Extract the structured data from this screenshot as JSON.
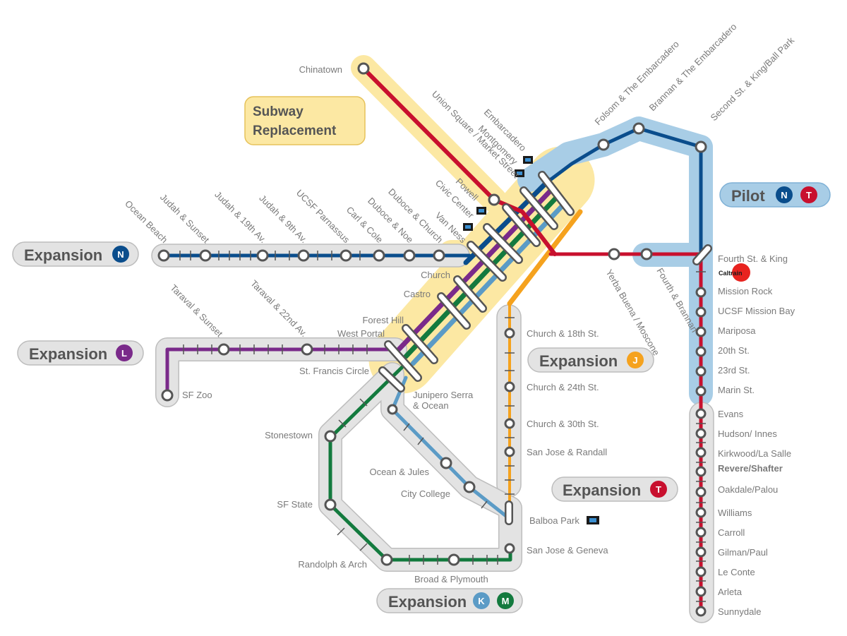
{
  "colors": {
    "n_line": "#0a4d8c",
    "l_line": "#7a2a8a",
    "k_line": "#5b9bc6",
    "m_line": "#137a3e",
    "j_line": "#f5a21e",
    "t_line": "#c8102e",
    "subway_band": "#fce8a3",
    "pilot_band": "#a8cde6",
    "expansion_band": "#e3e3e3",
    "station_fill": "#ffffff",
    "station_stroke": "#555555",
    "label_text": "#7a7a7a",
    "pill_text": "#555555"
  },
  "panels": {
    "subway_replacement": [
      "Subway",
      "Replacement"
    ],
    "pilot": {
      "label": "Pilot",
      "badges": [
        "N",
        "T"
      ]
    },
    "expansion_n": {
      "label": "Expansion",
      "badges": [
        "N"
      ]
    },
    "expansion_l": {
      "label": "Expansion",
      "badges": [
        "L"
      ]
    },
    "expansion_j": {
      "label": "Expansion",
      "badges": [
        "J"
      ]
    },
    "expansion_t": {
      "label": "Expansion",
      "badges": [
        "T"
      ]
    },
    "expansion_km": {
      "label": "Expansion",
      "badges": [
        "K",
        "M"
      ]
    }
  },
  "icons": {
    "bart": "bart-logo-icon",
    "caltrain": "caltrain-logo-icon",
    "caltrain_text": "Caltrain"
  },
  "stations": {
    "chinatown": "Chinatown",
    "embarcadero": "Embarcadero",
    "montgomery": "Montgomery",
    "union_square": "Union Square / Market Street",
    "powell": "Powell",
    "civic_center": "Civic Center",
    "van_ness": "Van Ness",
    "church": "Church",
    "castro": "Castro",
    "forest_hill": "Forest Hill",
    "west_portal": "West Portal",
    "st_francis": "St. Francis Circle",
    "duboce_church": "Duboce & Church",
    "duboce_noe": "Duboce & Noe",
    "carl_cole": "Carl & Cole",
    "ucsf_parnassus": "UCSF Parnassus",
    "judah_9th": "Judah & 9th Av.",
    "judah_19th": "Judah & 19th Av.",
    "judah_sunset": "Judah & Sunset",
    "ocean_beach": "Ocean Beach",
    "taraval_sunset": "Taraval & Sunset",
    "taraval_22nd": "Taraval & 22nd Av.",
    "sf_zoo": "SF Zoo",
    "folsom": "Folsom & The Embarcadero",
    "brannan_emb": "Brannan & The Embarcadero",
    "second_king": "Second St. & King/Ball Park",
    "yerba_buena": "Yerba Buena / Moscone",
    "fourth_brannan": "Fourth & Brannan",
    "fourth_king": "Fourth St. & King",
    "mission_rock": "Mission Rock",
    "ucsf_mission_bay": "UCSF Mission Bay",
    "mariposa": "Mariposa",
    "st_20th": "20th St.",
    "st_23rd": "23rd St.",
    "marin": "Marin St.",
    "evans": "Evans",
    "hudson": "Hudson/ Innes",
    "kirkwood": "Kirkwood/La Salle",
    "revere": "Revere/Shafter",
    "oakdale": "Oakdale/Palou",
    "williams": "Williams",
    "carroll": "Carroll",
    "gilman": "Gilman/Paul",
    "le_conte": "Le Conte",
    "arleta": "Arleta",
    "sunnydale": "Sunnydale",
    "church_18th": "Church & 18th St.",
    "church_24th": "Church & 24th St.",
    "church_30th": "Church & 30th St.",
    "sj_randall": "San Jose & Randall",
    "balboa_park": "Balboa Park",
    "sj_geneva": "San Jose & Geneva",
    "junipero_serra": "Junipero Serra",
    "junipero_ocean": "& Ocean",
    "stonestown": "Stonestown",
    "sf_state": "SF State",
    "randolph_arch": "Randolph & Arch",
    "broad_plymouth": "Broad & Plymouth",
    "ocean_jules": "Ocean & Jules",
    "city_college": "City College"
  }
}
